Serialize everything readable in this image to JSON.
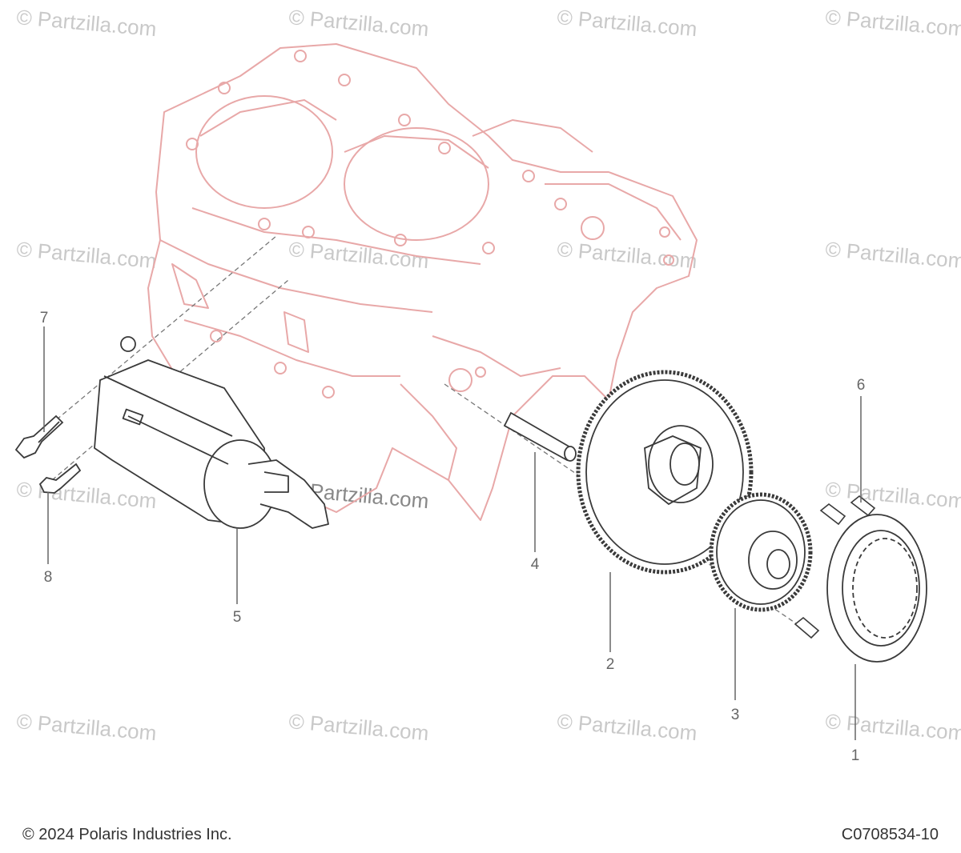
{
  "watermark": "© Partzilla.com",
  "callouts": [
    {
      "id": "1",
      "label": "1"
    },
    {
      "id": "2",
      "label": "2"
    },
    {
      "id": "3",
      "label": "3"
    },
    {
      "id": "4",
      "label": "4"
    },
    {
      "id": "5",
      "label": "5"
    },
    {
      "id": "6",
      "label": "6"
    },
    {
      "id": "7",
      "label": "7"
    },
    {
      "id": "8",
      "label": "8"
    }
  ],
  "footer": {
    "copyright": "© 2024 Polaris Industries Inc.",
    "drawing_id": "C0708534-10"
  },
  "colors": {
    "crankcase": "#e8a8a8",
    "part_line": "#3a3a3a",
    "leader": "#666666",
    "watermark": "#c9c9c9"
  }
}
